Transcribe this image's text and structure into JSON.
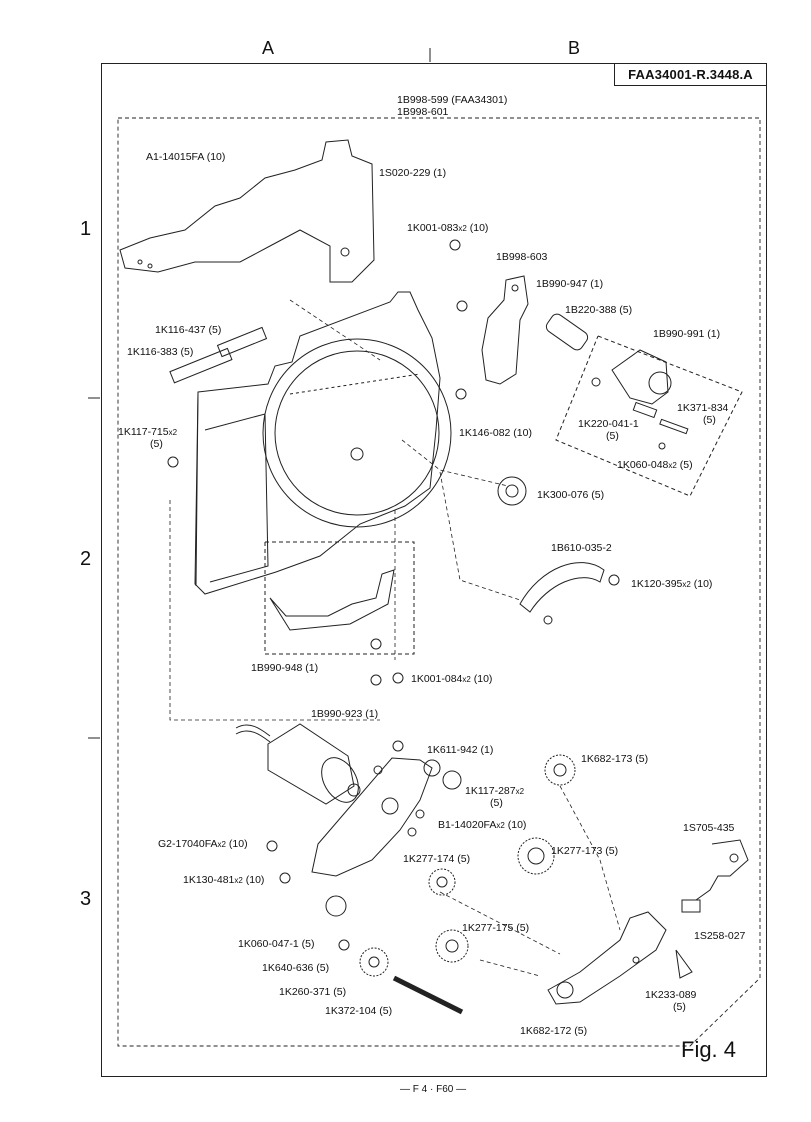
{
  "document_code": "FAA34001-R.3448.A",
  "column_labels": [
    "A",
    "B"
  ],
  "row_labels": [
    "1",
    "2",
    "3"
  ],
  "assembly_header": [
    "1B998-599 (FAA34301)",
    "1B998-601"
  ],
  "figure_label": "Fig.  4",
  "page_footer": "F 4 · F60",
  "parts": [
    {
      "ref": "A1-14015FA (10)"
    },
    {
      "ref": "1S020-229 (1)"
    },
    {
      "ref": "1K001-083",
      "qty": "x2",
      "count": " (10)"
    },
    {
      "ref": "1B998-603"
    },
    {
      "ref": "1B990-947 (1)"
    },
    {
      "ref": "1B220-388 (5)"
    },
    {
      "ref": "1B990-991 (1)"
    },
    {
      "ref": "1K116-437 (5)"
    },
    {
      "ref": "1K116-383 (5)"
    },
    {
      "ref": "1K371-834"
    },
    {
      "ref": "(5)"
    },
    {
      "ref": "1K220-041-1"
    },
    {
      "ref": "(5)"
    },
    {
      "ref": "1K146-082 (10)"
    },
    {
      "ref": "1K117-715",
      "qty": "x2"
    },
    {
      "ref": "(5)"
    },
    {
      "ref": "1K060-048",
      "qty": "x2",
      "count": " (5)"
    },
    {
      "ref": "1K300-076 (5)"
    },
    {
      "ref": "1B610-035-2"
    },
    {
      "ref": "1K120-395",
      "qty": "x2",
      "count": " (10)"
    },
    {
      "ref": "1B990-948 (1)"
    },
    {
      "ref": "1K001-084",
      "qty": "x2",
      "count": " (10)"
    },
    {
      "ref": "1B990-923 (1)"
    },
    {
      "ref": "1K611-942 (1)"
    },
    {
      "ref": "1K682-173 (5)"
    },
    {
      "ref": "1K117-287",
      "qty": "x2"
    },
    {
      "ref": "(5)"
    },
    {
      "ref": "B1-14020FA",
      "qty": "x2",
      "count": " (10)"
    },
    {
      "ref": "1S705-435"
    },
    {
      "ref": "G2-17040FA",
      "qty": "x2",
      "count": " (10)"
    },
    {
      "ref": "1K277-174 (5)"
    },
    {
      "ref": "1K277-173 (5)"
    },
    {
      "ref": "1K130-481",
      "qty": "x2",
      "count": " (10)"
    },
    {
      "ref": "1K277-175 (5)"
    },
    {
      "ref": "1S258-027"
    },
    {
      "ref": "1K060-047-1 (5)"
    },
    {
      "ref": "1K640-636 (5)"
    },
    {
      "ref": "1K260-371 (5)"
    },
    {
      "ref": "1K233-089"
    },
    {
      "ref": "(5)"
    },
    {
      "ref": "1K372-104 (5)"
    },
    {
      "ref": "1K682-172 (5)"
    }
  ]
}
